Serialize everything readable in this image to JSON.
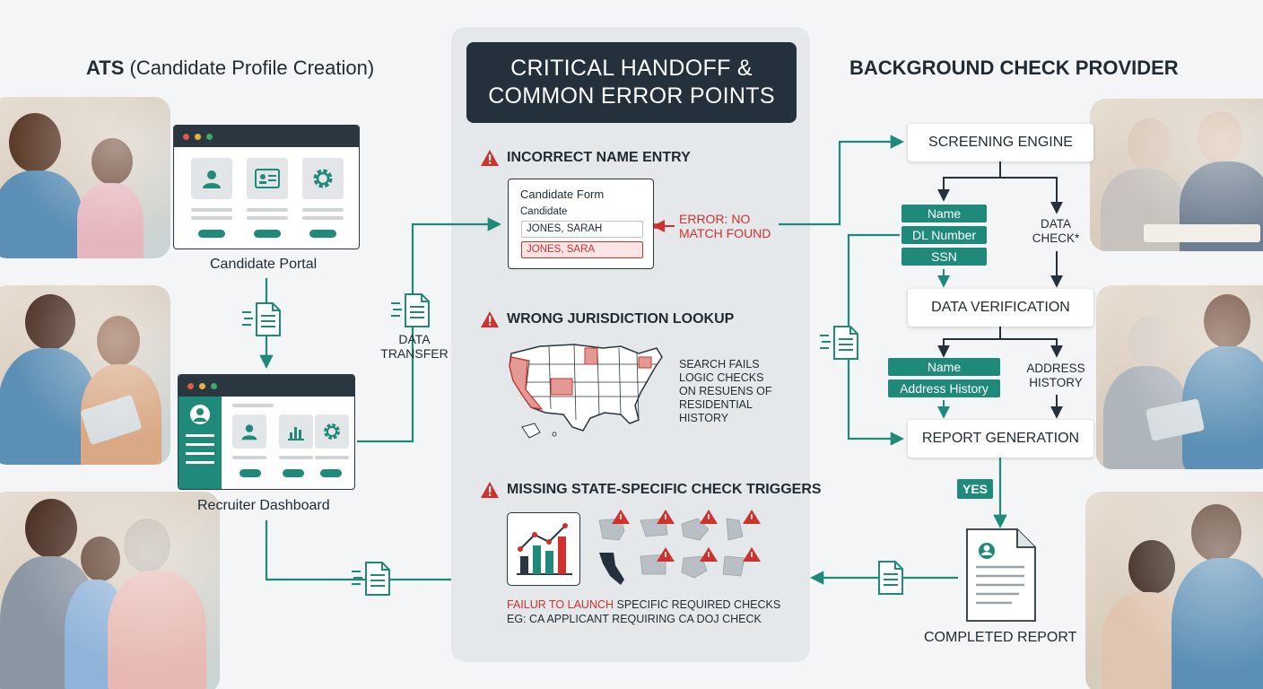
{
  "left": {
    "title_bold": "ATS",
    "title_rest": " (Candidate Profile Creation)",
    "candidate_portal_label": "Candidate Portal",
    "recruiter_dashboard_label": "Recruiter Dashboard",
    "data_transfer_label_1": "DATA",
    "data_transfer_label_2": "TRANSFER"
  },
  "center": {
    "title_line1": "CRITICAL HANDOFF &",
    "title_line2": "COMMON ERROR POINTS",
    "error1": {
      "heading": "INCORRECT NAME ENTRY",
      "form_title": "Candidate Form",
      "form_sub": "Candidate",
      "field_correct": "JONES, SARAH",
      "field_error": "JONES, SARA",
      "error_line1": "ERROR: NO",
      "error_line2": "MATCH FOUND"
    },
    "error2": {
      "heading": "WRONG JURISDICTION LOOKUP",
      "desc_lines": [
        "SEARCH FAILS",
        "LOGIC CHECKS",
        "ON RESUENS OF",
        "RESIDENTIAL",
        "HISTORY"
      ]
    },
    "error3": {
      "heading": "MISSING STATE-SPECIFIC CHECK TRIGGERS",
      "desc_red": "FAILUR TO LAUNCH",
      "desc_rest": " SPECIFIC REQUIRED CHECKS",
      "desc_line2": "EG: CA APPLICANT REQUIRING CA DOJ CHECK"
    }
  },
  "right": {
    "title": "BACKGROUND CHECK PROVIDER",
    "screening_engine": "SCREENING ENGINE",
    "tags_1": [
      "Name",
      "DL Number",
      "SSN"
    ],
    "data_check_line1": "DATA",
    "data_check_line2": "CHECK*",
    "data_verification": "DATA VERIFICATION",
    "tags_2": [
      "Name",
      "Address History"
    ],
    "address_history_line1": "ADDRESS",
    "address_history_line2": "HISTORY",
    "report_generation": "REPORT GENERATION",
    "yes_label": "YES",
    "completed_report": "COMPLETED REPORT"
  },
  "colors": {
    "teal": "#1f8a7a",
    "dark": "#24313c",
    "error_red": "#d0312d",
    "panel_bg": "#e4e8eb"
  },
  "icons": {
    "warning": "warning-triangle-icon",
    "document": "document-transfer-icon",
    "user": "user-icon",
    "id_card": "id-card-icon",
    "gear": "gear-icon",
    "map": "us-map-icon",
    "chart": "bar-chart-icon"
  }
}
